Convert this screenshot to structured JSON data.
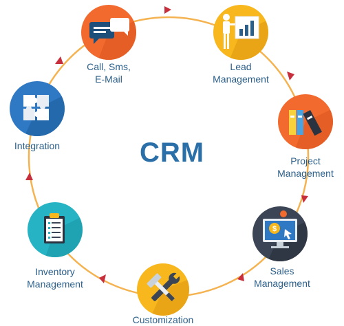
{
  "center_title": "CRM",
  "nodes": [
    {
      "id": "call",
      "lines": [
        "Call, Sms,",
        "E-Mail"
      ],
      "icon": "chat-bubbles-icon",
      "color": "#f26a2e"
    },
    {
      "id": "lead",
      "lines": [
        "Lead",
        "Management"
      ],
      "icon": "presenter-chart-icon",
      "color": "#f7b71d"
    },
    {
      "id": "project",
      "lines": [
        "Project",
        "Management"
      ],
      "icon": "binders-icon",
      "color": "#f26a2e"
    },
    {
      "id": "sales",
      "lines": [
        "Sales",
        "Management"
      ],
      "icon": "monitor-dollar-icon",
      "color": "#3c4555"
    },
    {
      "id": "customization",
      "lines": [
        "Customization"
      ],
      "icon": "wrench-hammer-icon",
      "color": "#f7b71d"
    },
    {
      "id": "inventory",
      "lines": [
        "Inventory",
        "Management"
      ],
      "icon": "clipboard-checklist-icon",
      "color": "#26b3c4"
    },
    {
      "id": "integration",
      "lines": [
        "Integration"
      ],
      "icon": "puzzle-icon",
      "color": "#2e78c4"
    }
  ],
  "colors": {
    "ring": "#f4b350",
    "arrow": "#c62f3b",
    "text": "#2b5f8a",
    "title": "#2a6fa8"
  }
}
